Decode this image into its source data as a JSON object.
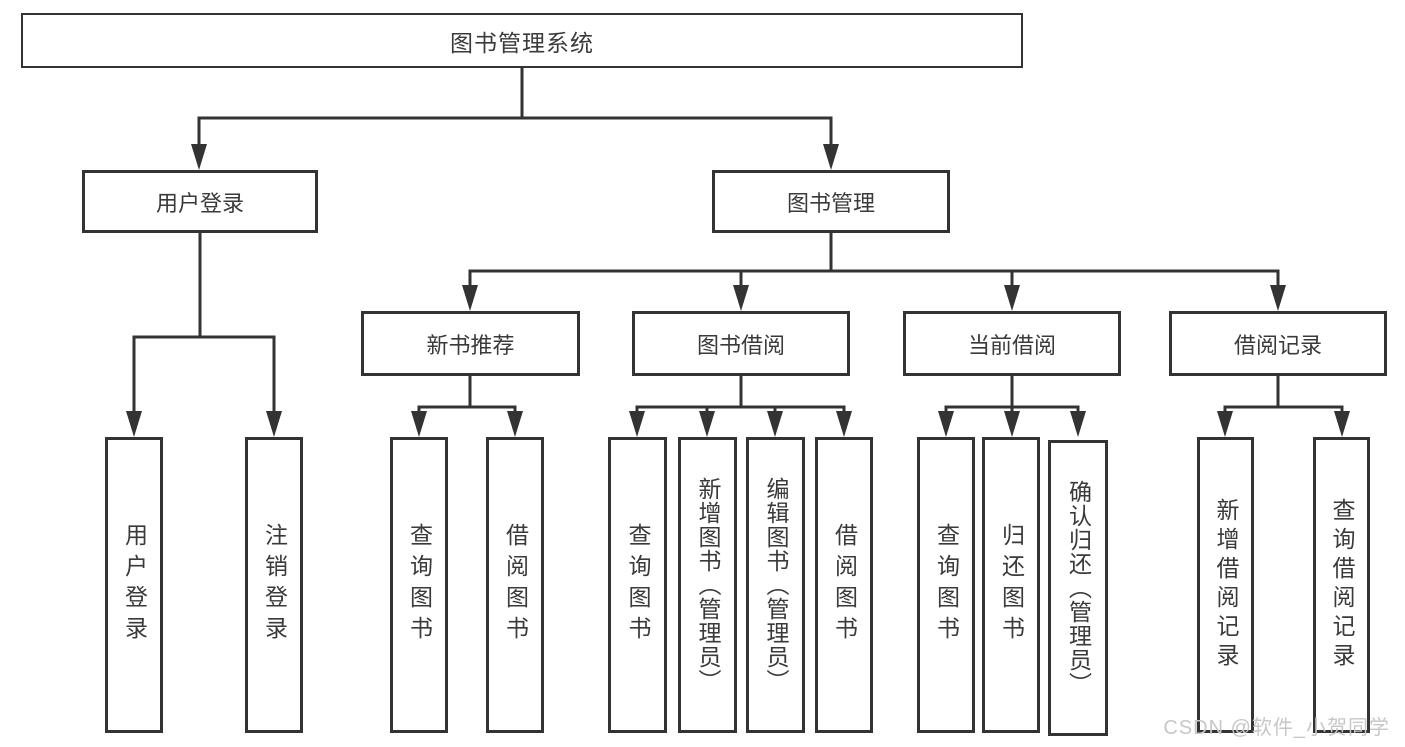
{
  "diagram": {
    "root": "图书管理系统",
    "level2": [
      "用户登录",
      "图书管理"
    ],
    "level3": [
      "新书推荐",
      "图书借阅",
      "当前借阅",
      "借阅记录"
    ],
    "leaves": {
      "user_login": [
        "用户登录",
        "注销登录"
      ],
      "new_book": [
        "查询图书",
        "借阅图书"
      ],
      "book_borrow": [
        "查询图书",
        "新增图书（管理员）",
        "编辑图书（管理员）",
        "借阅图书"
      ],
      "current_borrow": [
        "查询图书",
        "归还图书",
        "确认归还（管理员）"
      ],
      "borrow_record": [
        "新增借阅记录",
        "查询借阅记录"
      ]
    }
  },
  "watermark": "CSDN @软件_小贺同学",
  "colors": {
    "line": "#333333",
    "text": "#3a3a3a",
    "watermark": "#c7c7c7",
    "background": "#ffffff"
  }
}
